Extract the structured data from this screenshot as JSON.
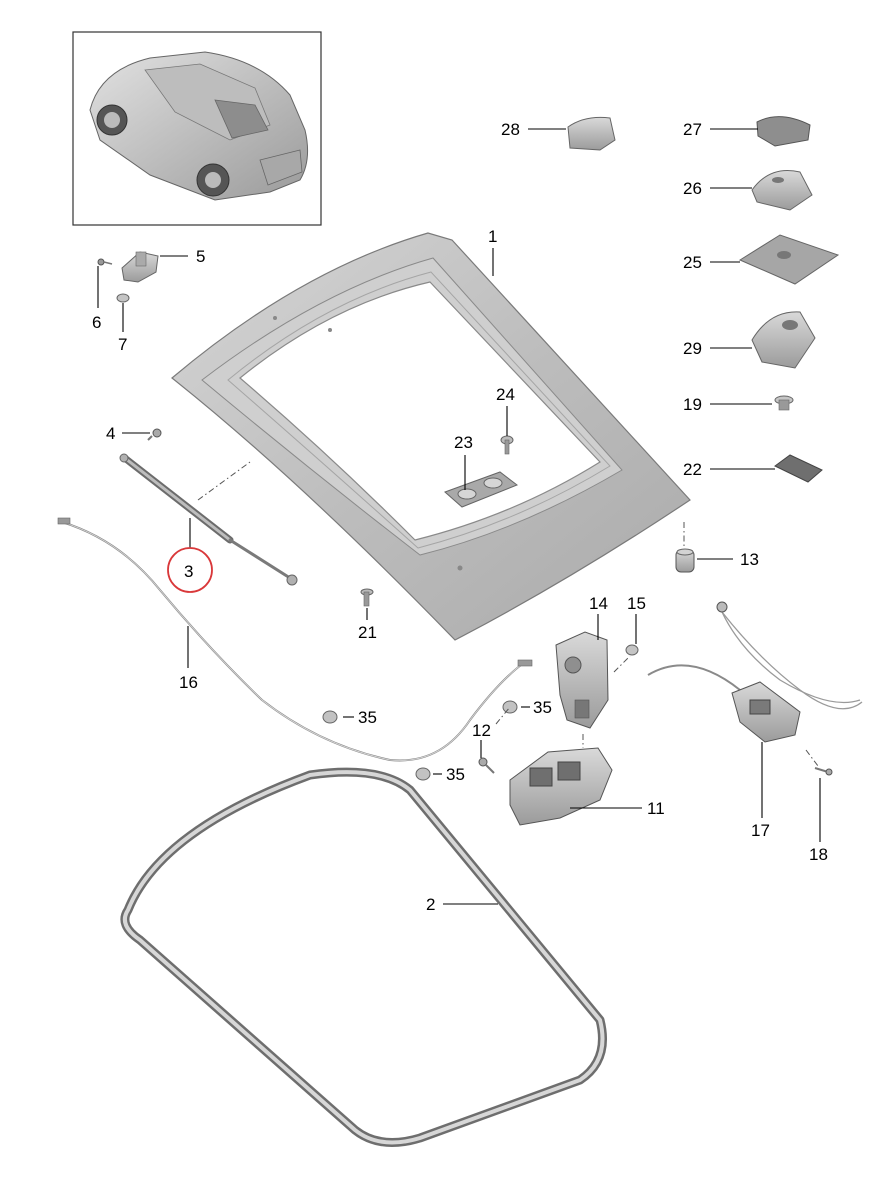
{
  "callouts": {
    "c1": "1",
    "c2": "2",
    "c3": "3",
    "c4": "4",
    "c5": "5",
    "c6": "6",
    "c7": "7",
    "c11": "11",
    "c12": "12",
    "c13": "13",
    "c14": "14",
    "c15": "15",
    "c16": "16",
    "c17": "17",
    "c18": "18",
    "c19": "19",
    "c21": "21",
    "c22": "22",
    "c23": "23",
    "c24": "24",
    "c25": "25",
    "c26": "26",
    "c27": "27",
    "c28": "28",
    "c29": "29",
    "c35a": "35",
    "c35b": "35",
    "c35c": "35"
  },
  "highlight": {
    "label": "3",
    "color": "#d9383a"
  },
  "colors": {
    "part_fill": "#c8c8c8",
    "part_shadow": "#9d9d9d",
    "line": "#000000"
  }
}
